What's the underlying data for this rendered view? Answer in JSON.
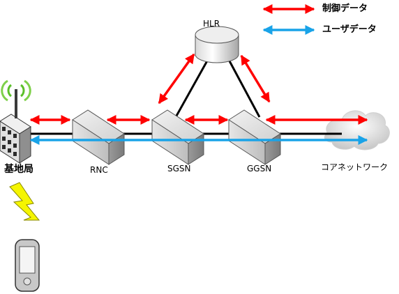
{
  "legend": {
    "control": {
      "label": "制御データ",
      "color": "#ff0000"
    },
    "user": {
      "label": "ユーザデータ",
      "color": "#19a3e8"
    }
  },
  "nodes": {
    "base_station": "基地局",
    "rnc": "RNC",
    "sgsn": "SGSN",
    "ggsn": "GGSN",
    "hlr": "HLR",
    "core_network": "コアネットワーク"
  },
  "icons": {
    "antenna": "radio-tower-icon",
    "building": "base-station-building-icon",
    "lightning": "radio-link-lightning-icon",
    "phone": "mobile-phone-icon",
    "cloud": "cloud-icon",
    "database": "database-cylinder-icon",
    "server": "server-box-icon"
  }
}
